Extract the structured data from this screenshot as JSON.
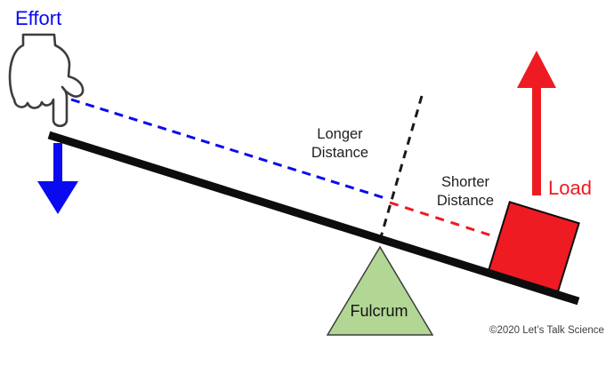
{
  "labels": {
    "effort": "Effort",
    "load": "Load",
    "fulcrum": "Fulcrum",
    "longer_distance_line1": "Longer",
    "longer_distance_line2": "Distance",
    "shorter_distance_line1": "Shorter",
    "shorter_distance_line2": "Distance",
    "copyright": "©2020 Let’s Talk Science"
  },
  "icons": {
    "hand": "pointing-hand-down-icon",
    "effort_arrow": "arrow-down-icon",
    "load_arrow": "arrow-up-icon"
  },
  "colors": {
    "effort_blue": "#0a0af0",
    "load_red": "#ee1b22",
    "fulcrum_green": "#b2d795",
    "line_black": "#0d0d0d",
    "outline_gray": "#3d3d3d",
    "text_dark": "#1f1f1f",
    "copyright_gray": "#3d3d3d",
    "background": "#ffffff"
  }
}
